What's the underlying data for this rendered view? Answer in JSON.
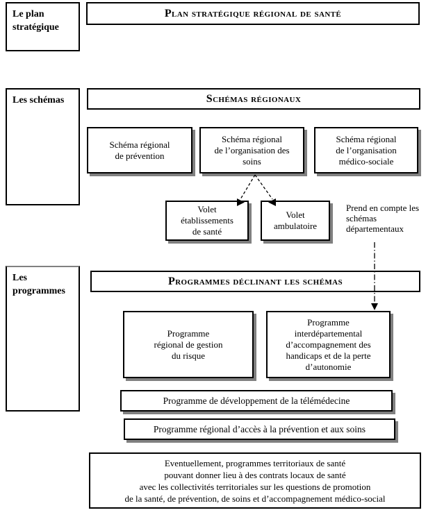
{
  "colors": {
    "background": "#ffffff",
    "border": "#000000",
    "shadow": "#808080",
    "text": "#000000"
  },
  "row_labels": {
    "plan": "Le plan stratégique",
    "schemas": "Les schémas",
    "programmes": "Les programmes"
  },
  "headers": {
    "plan_title": "Plan stratégique régional de santé",
    "schemas": "Schémas régionaux",
    "programmes": "Programmes déclinant les schémas"
  },
  "schema_boxes": {
    "prevention": [
      "Schéma régional",
      "de prévention"
    ],
    "organisation_soins": [
      "Schéma régional",
      "de l’organisation des",
      "soins"
    ],
    "medico_sociale": [
      "Schéma régional",
      "de l’organisation",
      "médico-sociale"
    ]
  },
  "volet_boxes": {
    "etablissements": [
      "Volet",
      "établissements",
      "de santé"
    ],
    "ambulatoire": [
      "Volet",
      "ambulatoire"
    ]
  },
  "side_note": [
    "Prend en compte les",
    "schémas",
    "départementaux"
  ],
  "programme_boxes": {
    "gestion_risque": [
      "Programme",
      "régional de gestion",
      "du risque"
    ],
    "interdepartemental": [
      "Programme",
      "interdépartemental",
      "d’accompagnement des",
      "handicaps et de la perte",
      "d’autonomie"
    ]
  },
  "programme_bars": {
    "telemedecine": "Programme de développement de la télémédecine",
    "acces_prevention_soins": "Programme régional d’accès à la prévention et aux soins"
  },
  "footer_box": [
    "Eventuellement, programmes territoriaux de santé",
    "pouvant donner lieu à des contrats locaux de santé",
    "avec les collectivités territoriales sur les questions de promotion",
    "de la santé, de prévention, de soins et d’accompagnement médico-social"
  ]
}
